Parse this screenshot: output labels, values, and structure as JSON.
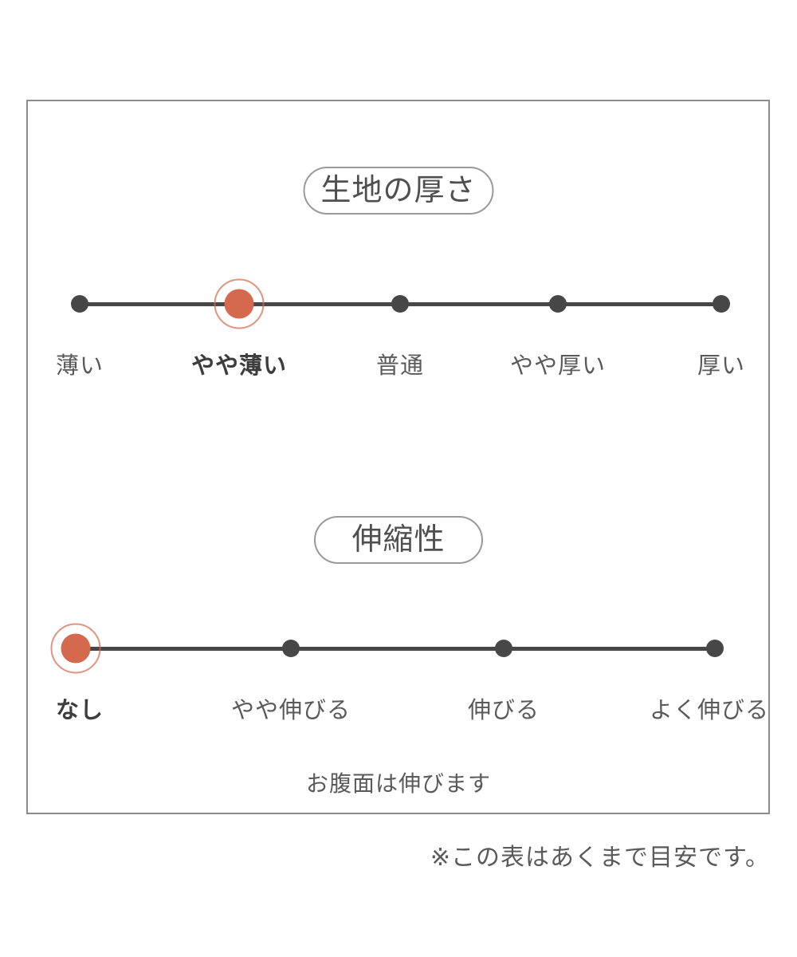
{
  "page": {
    "footer_note": "※この表はあくまで目安です。"
  },
  "colors": {
    "accent": "#d5694e",
    "ink": "#474747",
    "label": "#5a5a5a",
    "label_selected": "#3d3d3d",
    "title": "#4f4f4f",
    "pill_border": "#9a9a9a",
    "frame_border": "#8c8c8c"
  },
  "chart_data": [
    {
      "type": "rating-scale",
      "title": "生地の厚さ",
      "categories": [
        "薄い",
        "やや薄い",
        "普通",
        "やや厚い",
        "厚い"
      ],
      "selected_index": 1,
      "selected_label": "やや薄い",
      "note": ""
    },
    {
      "type": "rating-scale",
      "title": "伸縮性",
      "categories": [
        "なし",
        "やや伸びる",
        "伸びる",
        "よく伸びる"
      ],
      "selected_index": 0,
      "selected_label": "なし",
      "note": "お腹面は伸びます"
    }
  ]
}
